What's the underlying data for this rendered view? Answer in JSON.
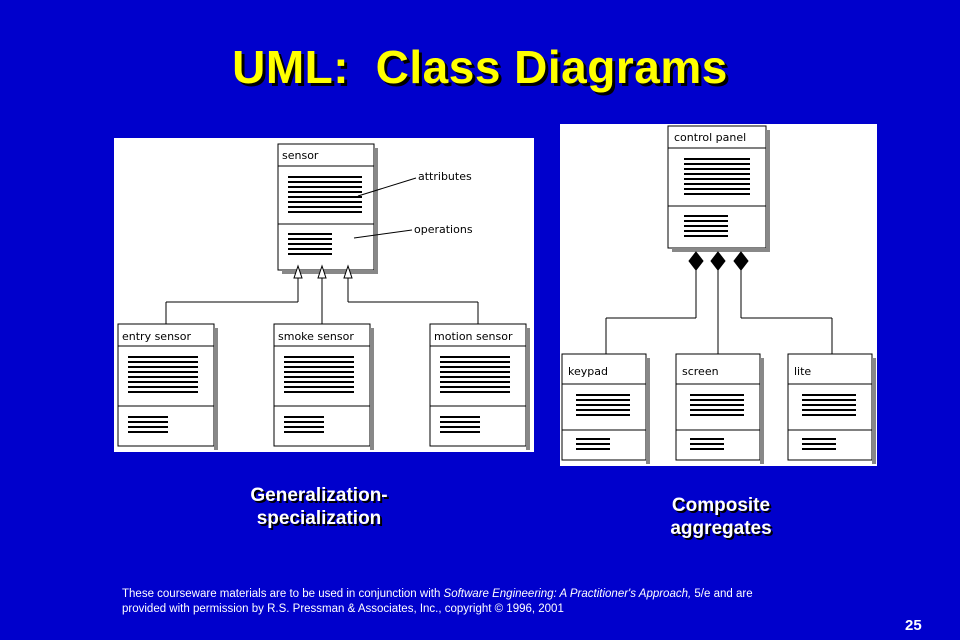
{
  "slide": {
    "title": "UML:  Class Diagrams",
    "page_number": "25",
    "background_color": "#0000cc",
    "title_color": "#ffff00"
  },
  "left_diagram": {
    "parent_class": "sensor",
    "attributes_label": "attributes",
    "operations_label": "operations",
    "subclasses": [
      "entry sensor",
      "smoke sensor",
      "motion sensor"
    ],
    "caption_line1": "Generalization-",
    "caption_line2": "specialization"
  },
  "right_diagram": {
    "parent_class": "control panel",
    "parts": [
      "keypad",
      "screen",
      "lite"
    ],
    "caption_line1": "Composite",
    "caption_line2": "aggregates"
  },
  "footer": {
    "text_before": "These courseware materials are to be used in conjunction with ",
    "book_title": "Software Engineering: A Practitioner's Approach,",
    "text_after": " 5/e and are",
    "line2": "provided with permission by R.S. Pressman & Associates, Inc., copyright © 1996, 2001"
  }
}
